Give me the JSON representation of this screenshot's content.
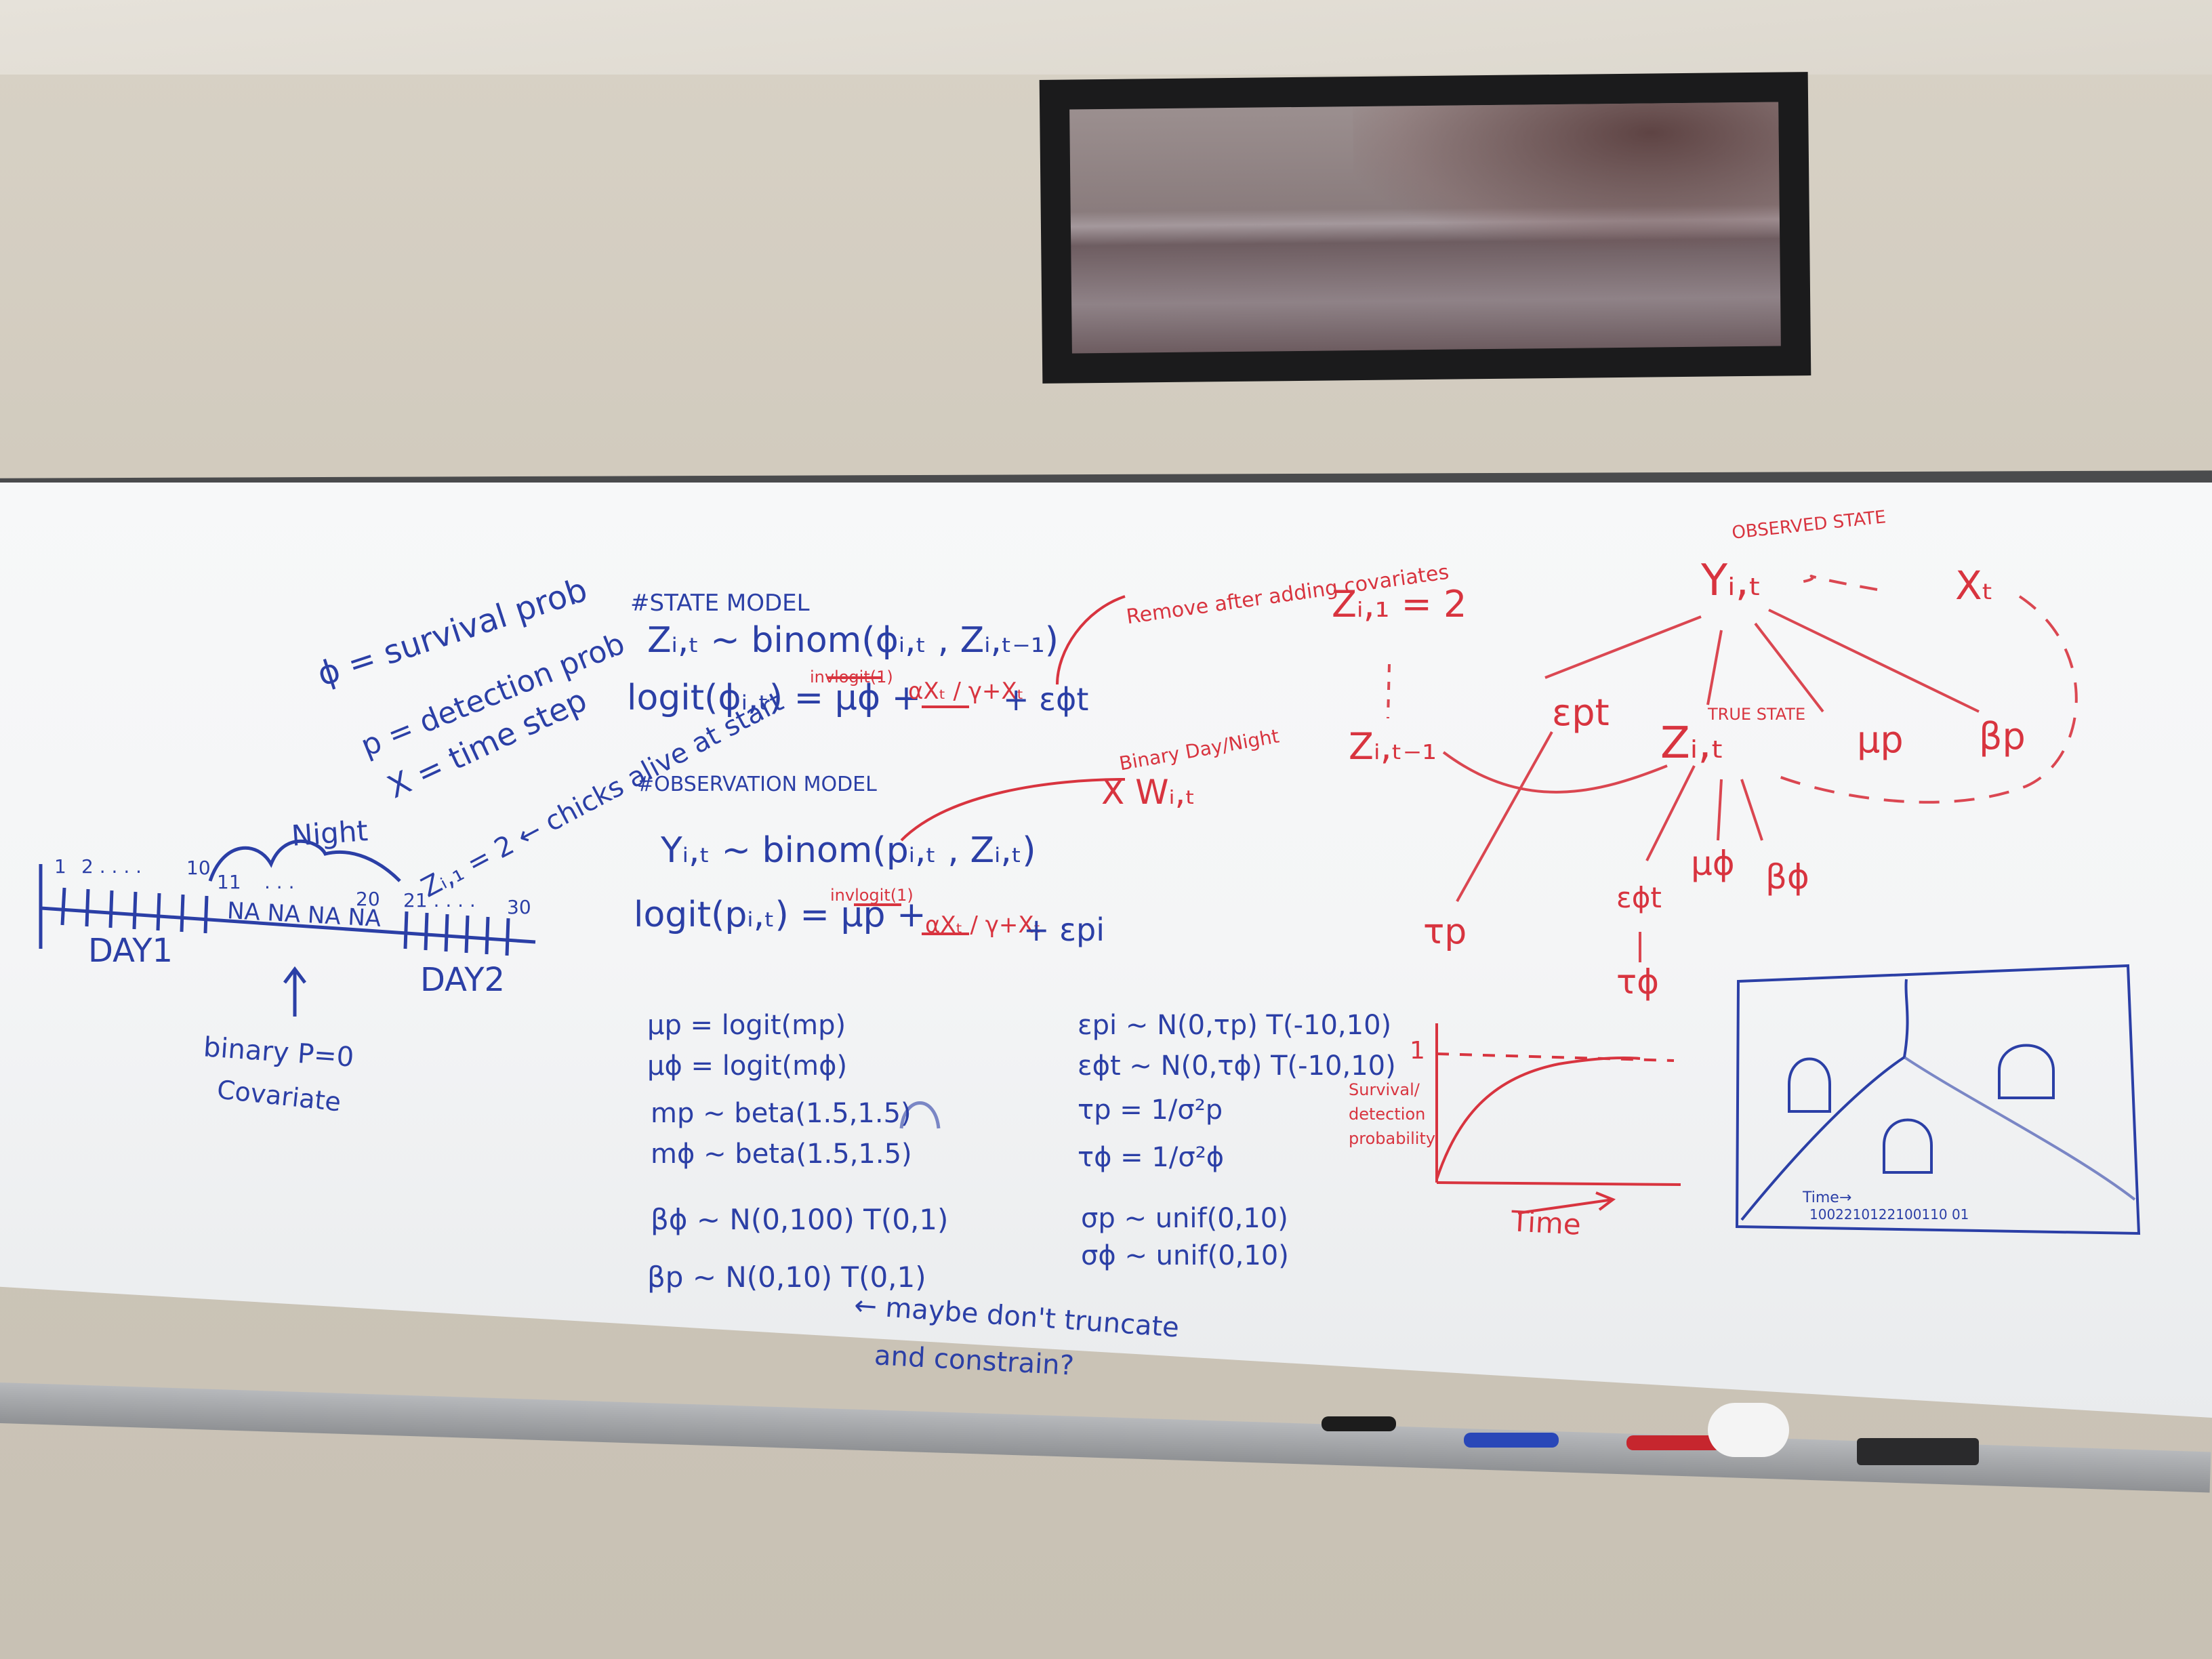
{
  "board": {
    "left_notes": {
      "phi_def": "ϕ = survival prob",
      "p_def": "p = detection prob",
      "x_def": "X = time step",
      "z_def": "Zᵢ,₁ = 2 ← chicks alive at start",
      "night_label": "Night",
      "tick_labels": [
        "1",
        "2 . . . .",
        "10",
        "11",
        ". . .",
        "20",
        "21 . . . .",
        "30"
      ],
      "na_labels": "NA NA  NA  NA",
      "day1": "DAY1",
      "day2": "DAY2",
      "binary_note": "binary P=0",
      "covariate": "Covariate"
    },
    "state_model": {
      "header": "#STATE MODEL",
      "line1": "Zᵢ,ₜ ~ binom(ϕᵢ,ₜ , Zᵢ,ₜ₋₁)",
      "line2": "logit(ϕᵢ,ₜ) = μϕ +",
      "line2_red": "invlogit(1)",
      "line2_frac": "αXₜ / γ+Xₜ",
      "line2_end": "+ εϕt",
      "remove_note": "Remove after adding covariates"
    },
    "observation_model": {
      "header": "#OBSERVATION MODEL",
      "line1": "Yᵢ,ₜ ~ binom(pᵢ,ₜ , Zᵢ,ₜ)",
      "line2": "logit(pᵢ,ₜ) = μp +",
      "line2_red": "invlogit(1)",
      "line2_frac": "αXₜ / γ+Xₜ",
      "line2_end": "+ εpi",
      "binary_note": "Binary Day/Night",
      "xw": "X Wᵢ,ₜ"
    },
    "priors_left": [
      "μp = logit(mp)",
      "μϕ = logit(mϕ)",
      "mp ~ beta(1.5,1.5)",
      "mϕ ~ beta(1.5,1.5)",
      "βϕ ~ N(0,100) T(0,1)",
      "βp ~ N(0,10) T(0,1)"
    ],
    "priors_right": [
      "εpi ~ N(0,τp) T(-10,10)",
      "εϕt ~ N(0,τϕ) T(-10,10)",
      "τp = 1/σ²p",
      "τϕ = 1/σ²ϕ",
      "σp ~ unif(0,10)",
      "σϕ ~ unif(0,10)"
    ],
    "maybe_note_1": "← maybe don't truncate",
    "maybe_note_2": "and constrain?",
    "dag": {
      "observed_state": "OBSERVED STATE",
      "true_state": "TRUE STATE",
      "y": "Yᵢ,ₜ",
      "xt": "Xₜ",
      "z_init": "Zᵢ,₁ = 2",
      "z_prev": "Zᵢ,ₜ₋₁",
      "eps_pt": "εpt",
      "z": "Zᵢ,ₜ",
      "mu_p": "μp",
      "beta_p": "βp",
      "mu_phi": "μϕ",
      "beta_phi": "βϕ",
      "tau_p": "τp",
      "eps_phit": "εϕt",
      "tau_phi": "τϕ"
    },
    "curve_plot": {
      "y_tick": "1",
      "ylabel": "Survival/ detection probability",
      "xlabel": "Time"
    },
    "blue_sketch": {
      "time_label": "Time→",
      "sequence": "1002210122100110 01"
    }
  },
  "colors": {
    "blue_ink": "#2b3fa6",
    "red_ink": "#d8343f"
  }
}
